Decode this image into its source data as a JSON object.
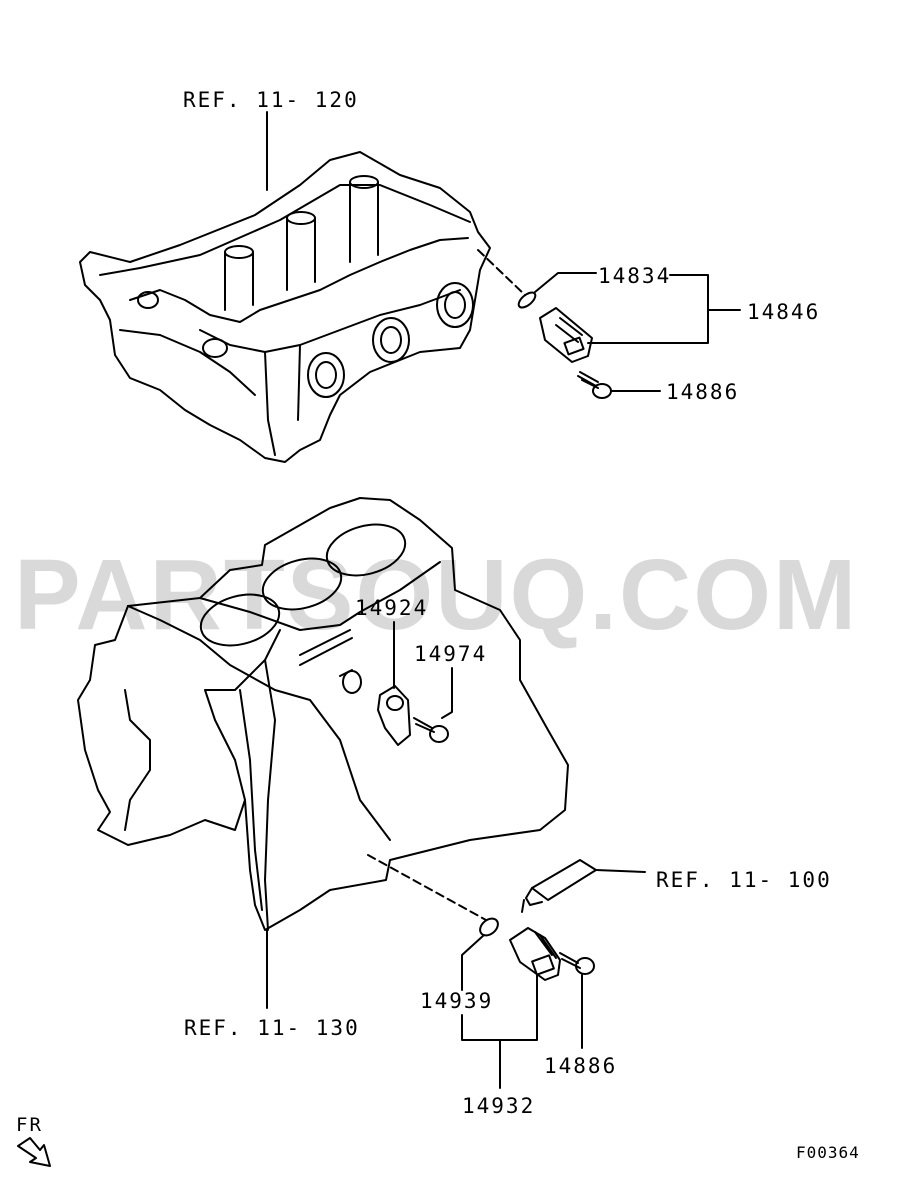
{
  "watermark": "PARTSOUQ.COM",
  "figure_code": "F00364",
  "direction_label": "FR",
  "references": {
    "cylinder_head": "REF. 11- 120",
    "adhesive": "REF. 11- 100",
    "cylinder_block": "REF. 11- 130"
  },
  "parts": {
    "p14834": "14834",
    "p14846": "14846",
    "p14886_top": "14886",
    "p14924": "14924",
    "p14974": "14974",
    "p14939": "14939",
    "p14932": "14932",
    "p14886_bottom": "14886"
  }
}
